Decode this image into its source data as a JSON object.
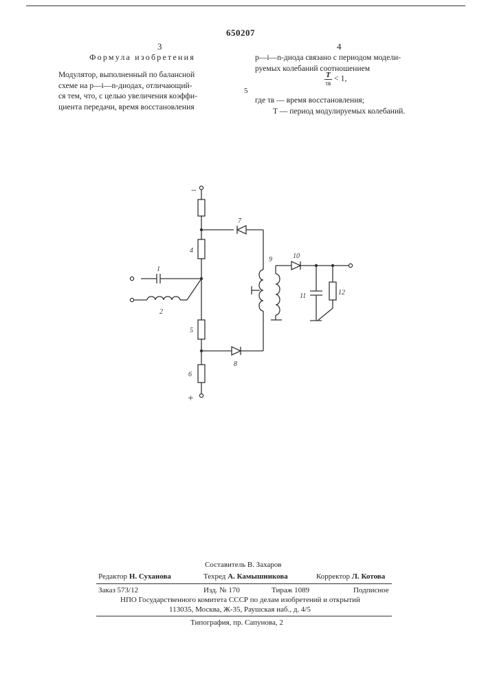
{
  "header": {
    "patent_number": "650207",
    "left_page_num": "3",
    "right_page_num": "4"
  },
  "claims": {
    "heading": "Формула изобретения",
    "left_lines": [
      "Модулятор, выполненный по балансной",
      "схеме на p—i—n-диодах, отличающий-",
      "ся тем, что, с целью увеличения коэффи-",
      "циента передачи, время восстановления"
    ],
    "right_lines_top": [
      "p—i—n-диода связано с периодом модели-",
      "руемых колебаний соотношением"
    ],
    "formula_num": "T",
    "formula_den": "τв",
    "formula_rel": "< 1,",
    "right_lines_bottom": [
      "где τв — время восстановления;",
      "T — период модулируемых колебаний."
    ],
    "margin_line_no": "5"
  },
  "diagram_labels": {
    "minus": "−",
    "plus": "+",
    "l1": "1",
    "l2": "2",
    "l4": "4",
    "l5": "5",
    "l6": "6",
    "l7": "7",
    "l8": "8",
    "l9": "9",
    "l10": "10",
    "l11": "11",
    "l12": "12"
  },
  "footer": {
    "compiler": "Составитель В. Захаров",
    "editor_role": "Редактор",
    "editor_name": "Н. Суханова",
    "techred_role": "Техред",
    "techred_name": "А. Камышникова",
    "corrector_role": "Корректор",
    "corrector_name": "Л. Котова",
    "order": "Заказ 573/12",
    "izd": "Изд. № 170",
    "tirazh": "Тираж 1089",
    "podpisnoe": "Подписное",
    "org_line1": "НПО Государственного комитета СССР по делам изобретений и открытий",
    "org_line2": "113035, Москва, Ж-35, Раушская наб., д. 4/5",
    "typography": "Типография, пр. Сапунова, 2"
  }
}
